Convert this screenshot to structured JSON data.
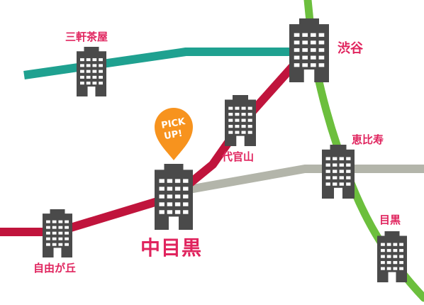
{
  "colors": {
    "line_teal": "#1fa190",
    "line_crimson": "#c0143c",
    "line_green": "#6cbf3d",
    "line_gray": "#b3b5aa",
    "building": "#4a4a4a",
    "window": "#ffffff",
    "label": "#e0245e",
    "badge": "#f7931e",
    "badge_text": "#ffffff"
  },
  "badge": {
    "line1": "PICK",
    "line2": "UP!"
  },
  "stations": {
    "sangenjaya": {
      "name": "三軒茶屋"
    },
    "shibuya": {
      "name": "渋谷"
    },
    "daikanyama": {
      "name": "代官山"
    },
    "ebisu": {
      "name": "恵比寿"
    },
    "nakameguro": {
      "name": "中目黒"
    },
    "jiyugaoka": {
      "name": "自由が丘"
    },
    "meguro": {
      "name": "目黒"
    }
  },
  "icons": {
    "building": "building-icon",
    "badge": "map-pin-icon"
  }
}
